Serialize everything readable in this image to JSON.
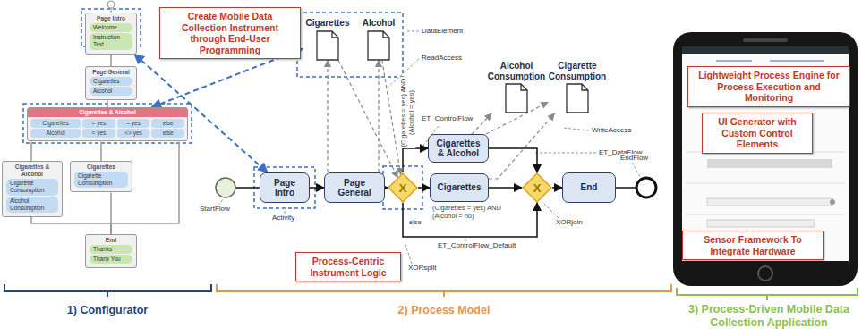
{
  "diagram": {
    "nodes": [
      {
        "text": [
          "Create Mobile Data Collection Instrument through End-User Programming"
        ]
      },
      {
        "text": [
          "Page Intro"
        ]
      },
      {
        "text": [
          "Welcome"
        ],
        "in": 1
      },
      {
        "text": [
          "Instruction Text"
        ],
        "in": 1
      },
      {
        "text": [
          "Page General"
        ]
      },
      {
        "text": [
          "Cigarettes"
        ],
        "in": 4
      },
      {
        "text": [
          "Alcohol"
        ],
        "in": 4
      },
      {
        "text": [
          "Cigarettes & Alcohol"
        ]
      },
      {
        "text": [
          "Cigarettes",
          "= yes",
          "= yes",
          "else"
        ],
        "in": 7
      },
      {
        "text": [
          "Alcohol",
          "= yes",
          "<> yes",
          "else"
        ],
        "in": 7
      },
      {
        "text": [
          "Cigarettes & Alcohol"
        ]
      },
      {
        "text": [
          "Cigarette Consumption"
        ],
        "in": 10
      },
      {
        "text": [
          "Alcohol Consumption"
        ],
        "in": 10
      },
      {
        "text": [
          "Cigarettes"
        ]
      },
      {
        "text": [
          "Cigarette Consumption"
        ],
        "in": 13
      },
      {
        "text": [
          "End"
        ]
      },
      {
        "text": [
          "Thanks"
        ],
        "in": 15
      },
      {
        "text": [
          "Thank You"
        ],
        "in": 15
      },
      {
        "text": [
          "Cigarettes"
        ]
      },
      {
        "text": [
          "Alcohol"
        ]
      },
      {
        "text": [
          "Alcohol Consumption"
        ]
      },
      {
        "text": [
          "Cigarette Consumption"
        ]
      },
      {
        "text": [
          "Page Intro"
        ]
      },
      {
        "text": [
          "Page General"
        ]
      },
      {
        "text": [
          "X"
        ]
      },
      {
        "text": [
          "Cigarettes & Alcohol"
        ]
      },
      {
        "text": [
          "Cigarettes"
        ]
      },
      {
        "text": [
          "X"
        ]
      },
      {
        "text": [
          "End"
        ]
      },
      {
        "text": [
          "Process-Centric Instrument Logic"
        ]
      },
      {
        "text": [
          "Lightweight Process Engine for Process Execution and Monitoring"
        ]
      },
      {
        "text": [
          "UI Generator with Custom Control Elements"
        ]
      },
      {
        "text": [
          "Sensor Framework To Integrate Hardware"
        ]
      }
    ],
    "edges": [
      {
        "from": 1,
        "to": 4,
        "arrow": "none"
      },
      {
        "from": 4,
        "to": 7,
        "arrow": "none"
      },
      {
        "from": 7,
        "to": 10,
        "arrow": "none"
      },
      {
        "from": 7,
        "to": 13,
        "arrow": "none"
      },
      {
        "from": 7,
        "to": 15,
        "arrow": "none"
      },
      {
        "from": 10,
        "to": 15,
        "arrow": "none"
      },
      {
        "from": 13,
        "to": 15,
        "arrow": "none"
      },
      {
        "from": 1,
        "to": 22,
        "arrow": "both"
      },
      {
        "from": 7,
        "to": 18,
        "arrow": "both"
      },
      {
        "from": 22,
        "to": 23,
        "arrow": "to"
      },
      {
        "from": 23,
        "to": 24,
        "arrow": "to"
      },
      {
        "from": 24,
        "to": 25,
        "arrow": "to",
        "label": "(Cigarettes = yes) AND (Alcohol = yes)"
      },
      {
        "from": 24,
        "to": 26,
        "arrow": "to",
        "label": "(Cigarettes = yes) AND (Alcohol = no)"
      },
      {
        "from": 24,
        "to": 27,
        "arrow": "to",
        "label": "else"
      },
      {
        "from": 25,
        "to": 27,
        "arrow": "to"
      },
      {
        "from": 26,
        "to": 27,
        "arrow": "to"
      },
      {
        "from": 27,
        "to": 28,
        "arrow": "to"
      },
      {
        "from": 23,
        "to": 18,
        "arrow": "to"
      },
      {
        "from": 23,
        "to": 19,
        "arrow": "to"
      },
      {
        "from": 18,
        "to": 24,
        "arrow": "to"
      },
      {
        "from": 19,
        "to": 24,
        "arrow": "to"
      },
      {
        "from": 25,
        "to": 20,
        "arrow": "to"
      },
      {
        "from": 25,
        "to": 21,
        "arrow": "to"
      },
      {
        "from": 26,
        "to": 21,
        "arrow": "to"
      }
    ],
    "labels": [
      "DataElement",
      "ReadAccess",
      "ET_ControlFlow",
      "WriteAccess",
      "ET_DataFlow",
      "StartFlow",
      "Activity",
      "XORsplit",
      "ET_ControlFlow_Default",
      "XORjoin",
      "EndFlow",
      "1) Configurator",
      "2) Process Model",
      "3) Process-Driven Mobile Data Collection Application"
    ]
  }
}
